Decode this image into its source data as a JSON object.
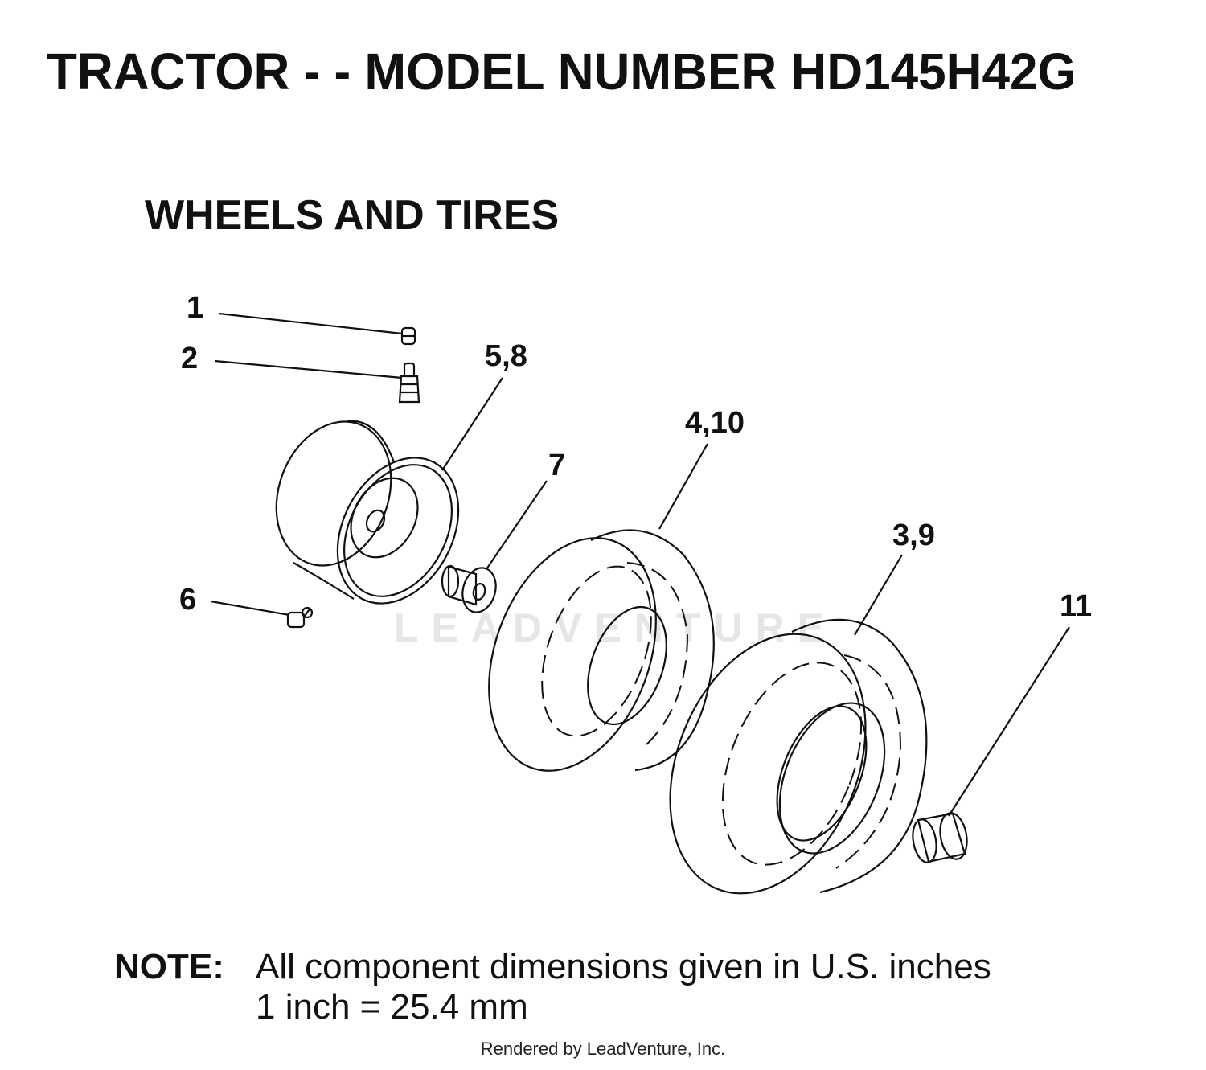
{
  "header": {
    "title": "TRACTOR - - MODEL NUMBER HD145H42G",
    "subtitle": "WHEELS AND TIRES"
  },
  "callouts": {
    "c1": "1",
    "c2": "2",
    "c58": "5,8",
    "c410": "4,10",
    "c7": "7",
    "c39": "3,9",
    "c6": "6",
    "c11": "11"
  },
  "note": {
    "label": "NOTE:",
    "line1": "All component dimensions given in U.S. inches",
    "line2": "1 inch = 25.4 mm"
  },
  "watermark": "LEADVENTURE",
  "footer": "Rendered by LeadVenture, Inc."
}
